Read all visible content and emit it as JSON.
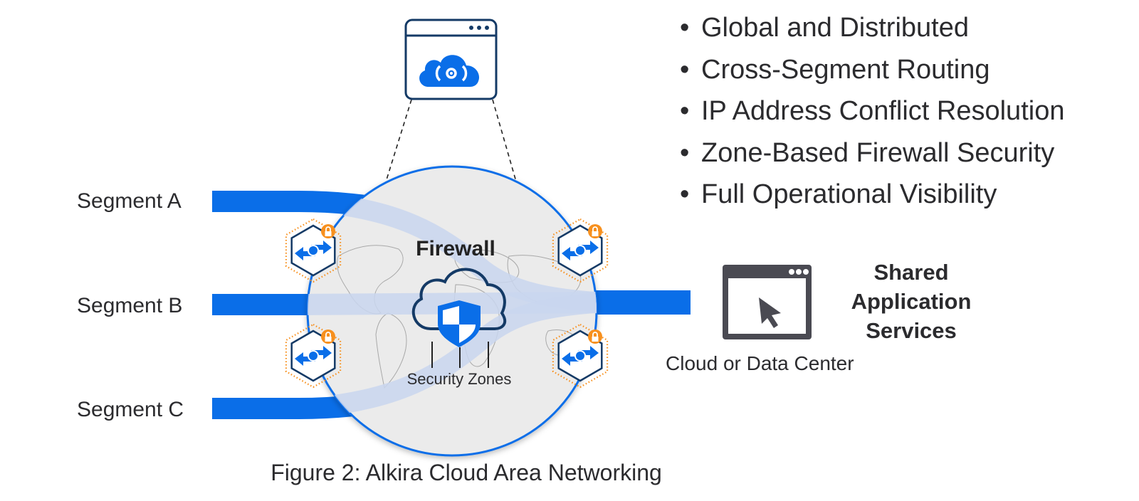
{
  "diagram": {
    "caption": "Figure 2: Alkira Cloud Area Networking",
    "segments": [
      {
        "label": "Segment A"
      },
      {
        "label": "Segment B"
      },
      {
        "label": "Segment C"
      }
    ],
    "features": [
      "Global and Distributed",
      "Cross-Segment Routing",
      "IP Address Conflict Resolution",
      "Zone-Based Firewall Security",
      "Full Operational Visibility"
    ],
    "bullet_glyph": "•",
    "core": {
      "firewall_label": "Firewall",
      "zones_label": "Security Zones"
    },
    "destination": {
      "title_lines": [
        "Shared",
        "Application",
        "Services"
      ],
      "location_label": "Cloud or Data Center"
    },
    "icons": {
      "top": "cloud-management-window-icon",
      "core": "cloud-shield-firewall-icon",
      "connectors": "hexagon-connector-lock-icon",
      "destination": "application-window-cursor-icon",
      "background": "world-map-icon"
    },
    "colors": {
      "brand_blue": "#0a6ee8",
      "navy": "#143a66",
      "orange": "#f7901e",
      "circle_fill": "#ebebeb",
      "flow_tint": "#c9d6ee",
      "dark_gray": "#4a4a52",
      "text": "#2b2b2e"
    }
  }
}
